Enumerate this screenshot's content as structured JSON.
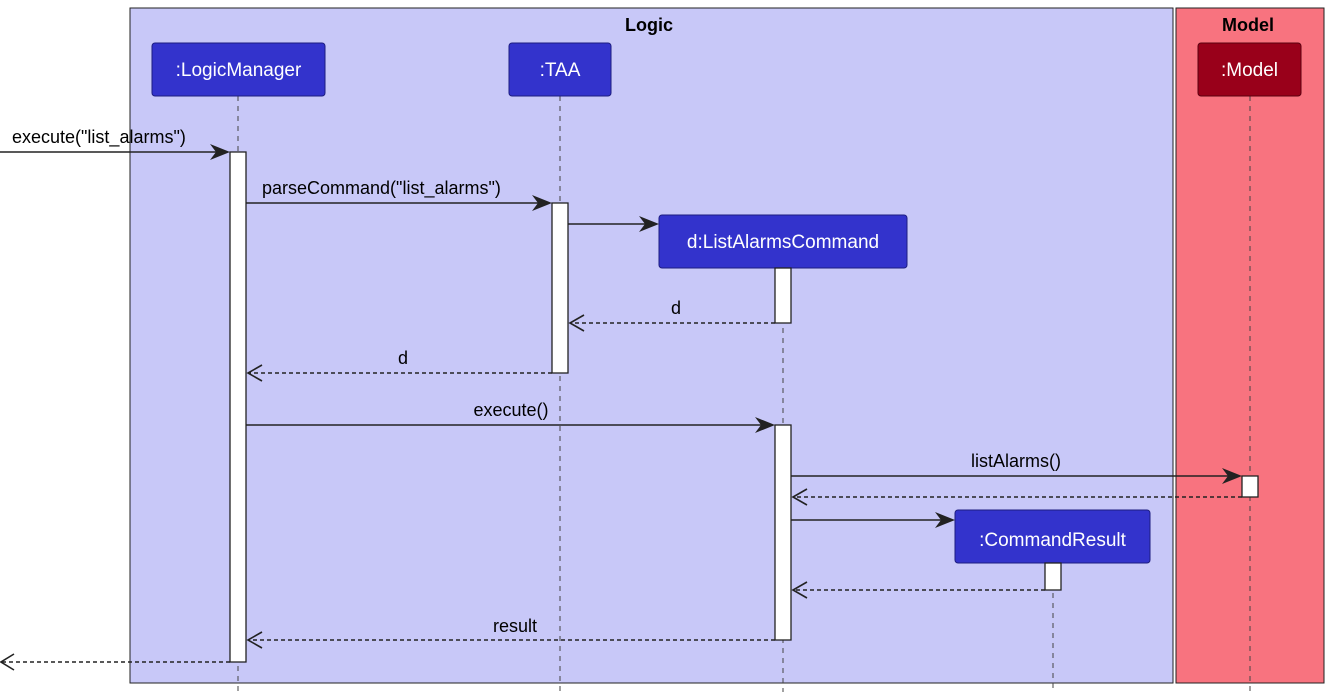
{
  "groups": {
    "logic": {
      "title": "Logic",
      "fill": "#c8c8f8"
    },
    "model": {
      "title": "Model",
      "fill": "#f8737f"
    }
  },
  "participants": {
    "logicManager": {
      "label": ":LogicManager",
      "fill": "#3333cc"
    },
    "taa": {
      "label": ":TAA",
      "fill": "#3333cc"
    },
    "listAlarmsCommand": {
      "label": "d:ListAlarmsCommand",
      "fill": "#3333cc"
    },
    "commandResult": {
      "label": ":CommandResult",
      "fill": "#3333cc"
    },
    "model": {
      "label": ":Model",
      "fill": "#99001a"
    }
  },
  "messages": {
    "execute_list_alarms": "execute(\"list_alarms\")",
    "parse_command": "parseCommand(\"list_alarms\")",
    "return_d_1": "d",
    "return_d_2": "d",
    "execute": "execute()",
    "list_alarms": "listAlarms()",
    "result": "result"
  }
}
